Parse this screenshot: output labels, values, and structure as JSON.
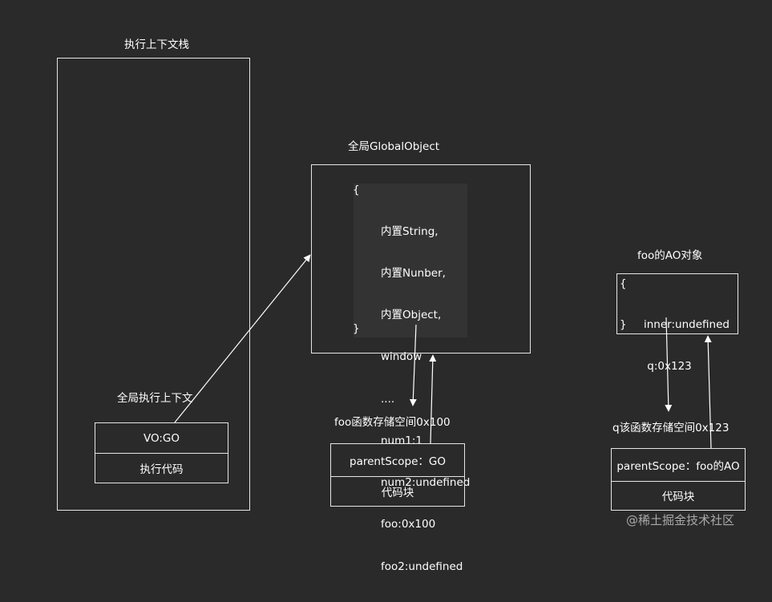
{
  "stack": {
    "title": "执行上下文栈",
    "global_ctx_label": "全局执行上下文",
    "vo_row": "VO:GO",
    "exec_row": "执行代码"
  },
  "global_object": {
    "title": "全局GlobalObject",
    "open_brace": "{",
    "close_brace": "}",
    "lines": [
      "内置String,",
      "内置Nunber,",
      "内置Object,",
      "window",
      "....",
      "num1:1",
      "num2:undefined",
      "foo:0x100",
      "foo2:undefined"
    ]
  },
  "foo_storage": {
    "title": "foo函数存储空间0x100",
    "scope_row": "parentScope：GO",
    "code_row": "代码块"
  },
  "foo_ao": {
    "title": "foo的AO对象",
    "open_brace": "{",
    "close_brace": "}",
    "lines": [
      "inner:undefined",
      " q:0x123"
    ]
  },
  "q_storage": {
    "title": "q该函数存储空间0x123",
    "scope_row": "parentScope：foo的AO",
    "code_row": "代码块"
  },
  "watermark": "@稀土掘金技术社区"
}
